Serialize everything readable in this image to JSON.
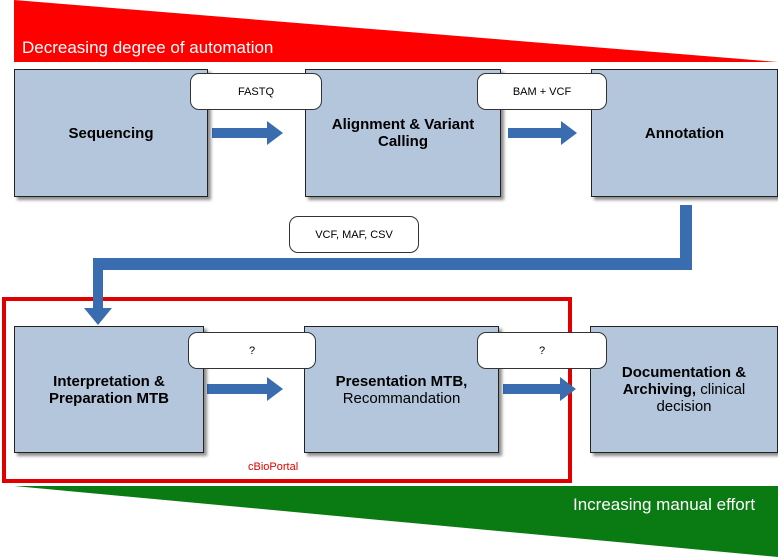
{
  "banners": {
    "top_text": "Decreasing degree of automation",
    "bottom_text": "Increasing manual effort",
    "top_color": "#ff0000",
    "bottom_color": "#0a7a12"
  },
  "steps": {
    "sequencing": {
      "bold": "Sequencing",
      "normal": ""
    },
    "alignment": {
      "bold": "Alignment & Variant Calling",
      "normal": ""
    },
    "annotation": {
      "bold": "Annotation",
      "normal": ""
    },
    "interpretation": {
      "bold": "Interpretation & Preparation MTB",
      "normal": ""
    },
    "presentation": {
      "bold": "Presentation MTB,",
      "normal": "Recommandation"
    },
    "documentation": {
      "bold": "Documentation & Archiving,",
      "normal": "clinical decision"
    }
  },
  "formats": {
    "fastq": "FASTQ",
    "bam_vcf": "BAM + VCF",
    "vcf_maf_csv": "VCF, MAF, CSV",
    "unknown_1": "?",
    "unknown_2": "?"
  },
  "group": {
    "label": "cBioPortal",
    "color": "#e00000"
  },
  "colors": {
    "box_fill": "#b4c6dc",
    "arrow": "#3a6db0"
  }
}
